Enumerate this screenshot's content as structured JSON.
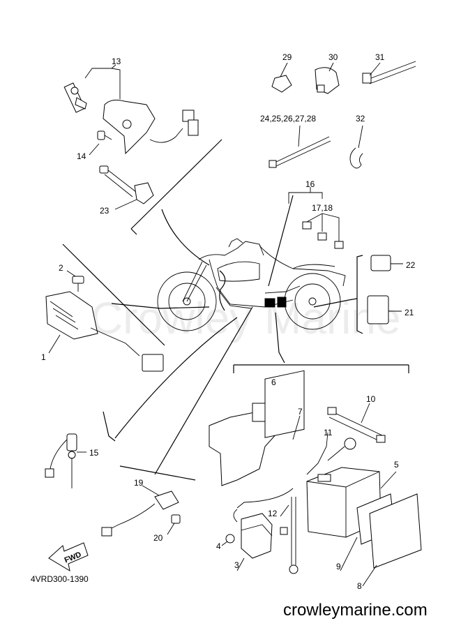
{
  "diagram_code": "4VRD300-1390",
  "footer_site": "crowleymarine.com",
  "watermark": "Crowley Marine",
  "fwd_label": "FWD",
  "callouts": {
    "c1": "1",
    "c2": "2",
    "c3": "3",
    "c4": "4",
    "c5": "5",
    "c6": "6",
    "c7": "7",
    "c8": "8",
    "c9": "9",
    "c10": "10",
    "c11": "11",
    "c12": "12",
    "c13": "13",
    "c14": "14",
    "c15": "15",
    "c16": "16",
    "c17_18": "17,18",
    "c19": "19",
    "c20": "20",
    "c21": "21",
    "c22": "22",
    "c23": "23",
    "c24_28": "24,25,26,27,28",
    "c29": "29",
    "c30": "30",
    "c31": "31",
    "c32": "32"
  }
}
